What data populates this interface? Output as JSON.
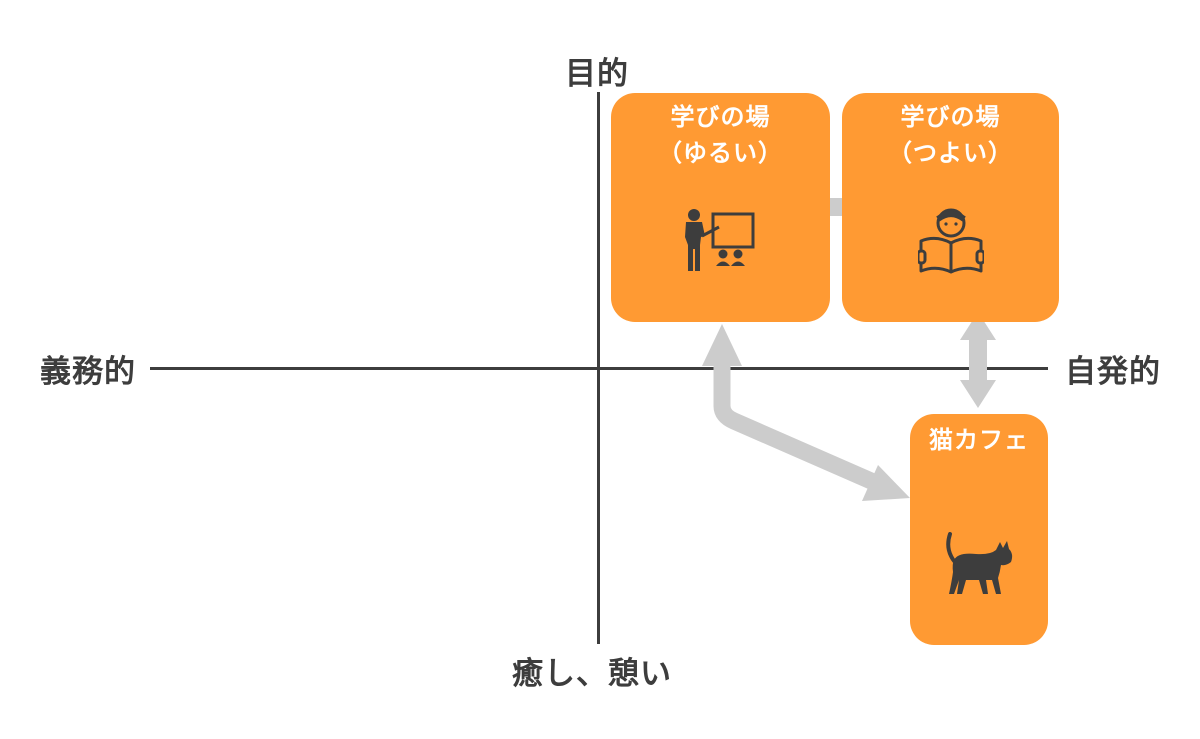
{
  "axes": {
    "top": "目的",
    "bottom": "癒し、憩い",
    "left": "義務的",
    "right": "自発的"
  },
  "boxes": [
    {
      "id": "learn-loose",
      "line1": "学びの場",
      "line2": "（ゆるい）",
      "icon": "teacher-presentation-icon"
    },
    {
      "id": "learn-strong",
      "line1": "学びの場",
      "line2": "（つよい）",
      "icon": "person-reading-book-icon"
    },
    {
      "id": "cat-cafe",
      "line1": "猫カフェ",
      "line2": "",
      "icon": "cat-icon"
    }
  ],
  "colors": {
    "box": "#ff9a33",
    "axis": "#3d3d3d",
    "arrow": "#cccccc",
    "icon": "#3d3d3d"
  }
}
